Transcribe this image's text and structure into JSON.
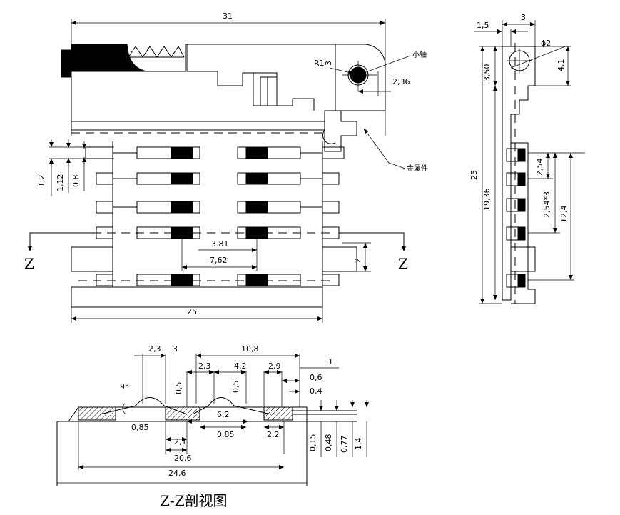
{
  "top_view": {
    "dims": {
      "d31": "31",
      "r1": "R1",
      "d3": "3",
      "d236": "2,36",
      "d381": "3.81",
      "d762": "7,62",
      "d2": "2",
      "d25": "25",
      "d12": "1,2",
      "d112": "1,12",
      "d08": "0,8"
    },
    "notes": {
      "shaft": "小轴",
      "metal": "金属件"
    },
    "section_mark": "Z"
  },
  "side_view": {
    "dims": {
      "d15": "1,5",
      "d3": "3",
      "phi2": "ϕ2",
      "d350": "3,50",
      "d41": "4,1",
      "d25": "25",
      "d1936": "19,36",
      "d254": "2,54",
      "d254x3": "2,54*3",
      "d124": "12,4"
    }
  },
  "section_view": {
    "dims": {
      "d23a": "2,3",
      "d3": "3",
      "d108": "10,8",
      "d1": "1",
      "d23b": "2,3",
      "d42": "4,2",
      "d29": "2,9",
      "d06": "0,6",
      "d04": "0,4",
      "d05a": "0,5",
      "d05b": "0,5",
      "angle": "9°",
      "d62": "6,2",
      "d085a": "0,85",
      "d085b": "0,85",
      "d21": "2,1",
      "d22": "2,2",
      "d206": "20,6",
      "d246": "24,6",
      "d015": "0,15",
      "d048": "0,48",
      "d077": "0,77",
      "d14": "1,4"
    },
    "caption": "Z-Z剖视图"
  }
}
